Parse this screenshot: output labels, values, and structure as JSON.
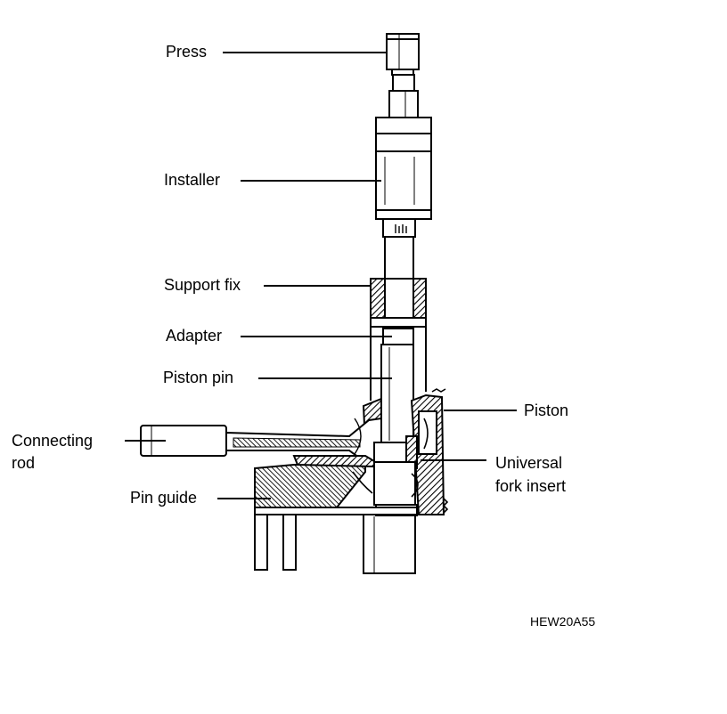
{
  "labels": {
    "press": "Press",
    "installer": "Installer",
    "support_fix": "Support fix",
    "adapter": "Adapter",
    "piston_pin": "Piston pin",
    "piston": "Piston",
    "connecting_rod_1": "Connecting",
    "connecting_rod_2": "rod",
    "universal_1": "Universal",
    "universal_2": "fork insert",
    "pin_guide": "Pin guide"
  },
  "figure_code": "HEW20A55"
}
